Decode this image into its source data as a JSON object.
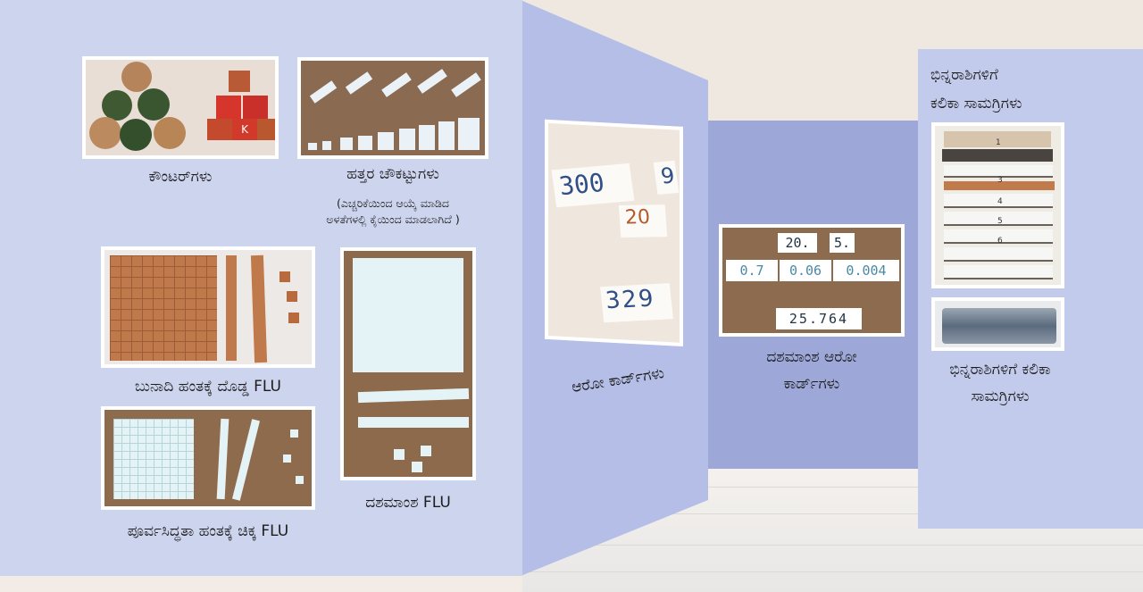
{
  "left_wall": {
    "counters_label": "ಕೌಂಟರ್‌ಗಳು",
    "ten_frames_label": "ಹತ್ತರ ಚೌಕಟ್ಟುಗಳು",
    "ten_frames_note_line1": "(ಎಚ್ಚರಿಕೆಯಿಂದ ಆಯ್ಕೆ ಮಾಡಿದ",
    "ten_frames_note_line2": "ಅಳತೆಗಳಲ್ಲಿ ಕೈಯಿಂದ ಮಾಡಲಾಗಿದೆ )",
    "big_flu_label": "ಬುನಾದಿ ಹಂತಕ್ಕೆ ದೊಡ್ಡ FLU",
    "small_flu_label": "ಪೂರ್ವಸಿದ್ಧತಾ ಹಂತಕ್ಕೆ ಚಿಕ್ಕ FLU",
    "decimal_flu_label": "ದಶಮಾಂಶ FLU",
    "chip_letter": "K"
  },
  "mid_panel": {
    "label": "ಆರೋ ಕಾರ್ಡ್‌ಗಳು",
    "cards": [
      "300",
      "9",
      "20",
      "329"
    ]
  },
  "back_wall": {
    "label_line1": "ದಶಮಾಂಶ ಆರೋ",
    "label_line2": "ಕಾರ್ಡ್‌ಗಳು",
    "cards_row1": [
      "20.",
      "5."
    ],
    "cards_row2": [
      "0.7",
      "0.06",
      "0.004"
    ],
    "cards_row3": "25.764"
  },
  "right_wall": {
    "top_label_line1": "ಭಿನ್ನರಾಶಿಗಳಿಗೆ",
    "top_label_line2": "ಕಲಿಕಾ ಸಾಮಗ್ರಿಗಳು",
    "bottom_label_line1": "ಭಿನ್ನರಾಶಿಗಳಿಗೆ ಕಲಿಕಾ",
    "bottom_label_line2": "ಸಾಮಗ್ರಿಗಳು",
    "strip_numbers": [
      "1",
      "3",
      "4",
      "5",
      "6"
    ]
  },
  "colors": {
    "left_wall": "#cdd4ee",
    "mid_panel": "#b4bee6",
    "back_wall": "#9ea8d8",
    "right_wall": "#c3cbec",
    "wood": "#c07a4c",
    "frame": "#ffffff"
  }
}
